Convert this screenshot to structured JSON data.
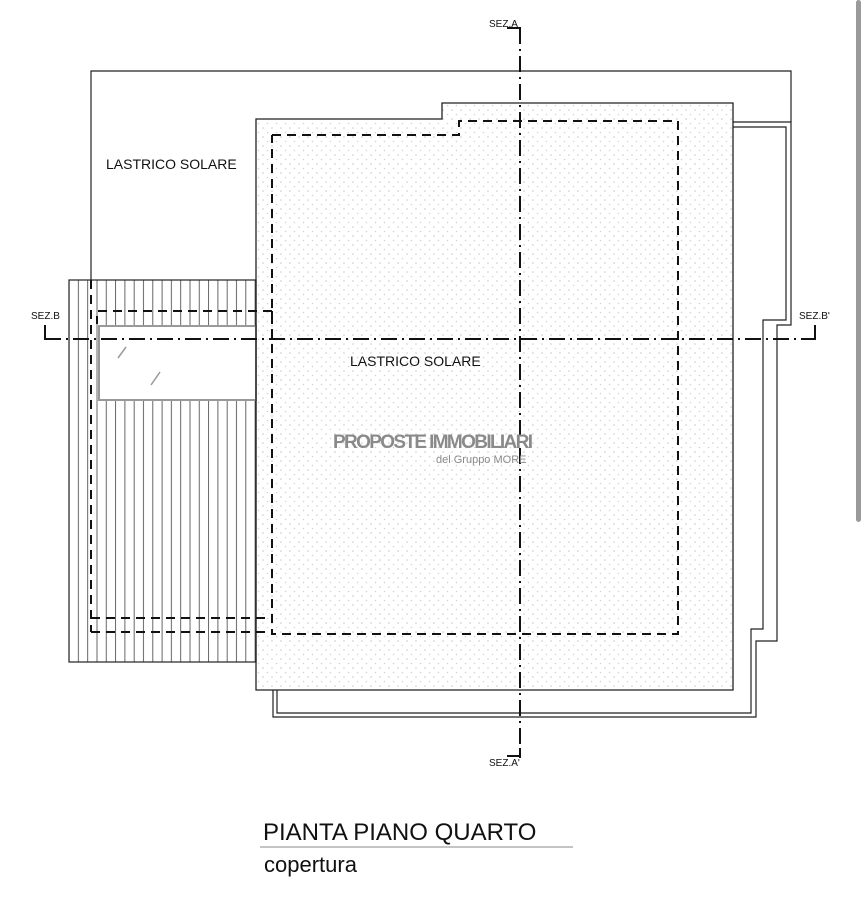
{
  "plan": {
    "section_a_top": "SEZ.A",
    "section_a_bottom": "SEZ.A'",
    "section_b_left": "SEZ.B",
    "section_b_right": "SEZ.B'",
    "label_terrace_top": "LASTRICO SOLARE",
    "label_terrace_center": "LASTRICO SOLARE",
    "watermark_title": "PROPOSTE IMMOBILIARI",
    "watermark_subtitle": "del Gruppo MORE"
  },
  "caption": {
    "title": "PIANTA PIANO QUARTO",
    "subtitle": "copertura"
  },
  "colors": {
    "line": "#222222",
    "watermark": "#8a8a8a",
    "dots": "#c8c8c8"
  }
}
